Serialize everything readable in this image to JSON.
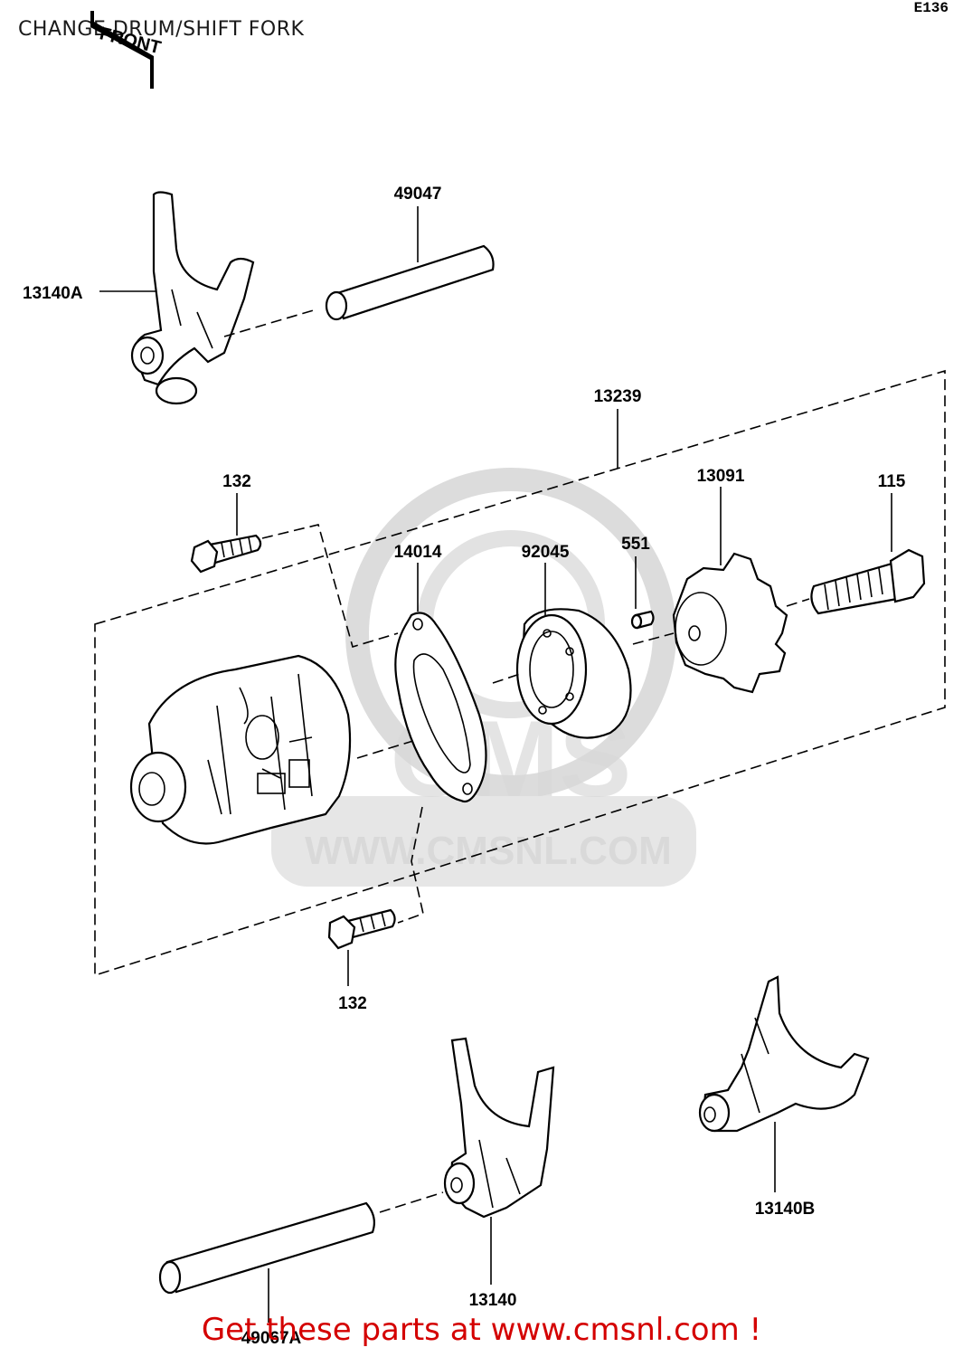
{
  "title": "CHANGE DRUM/SHIFT FORK",
  "page_code": "E136",
  "front_marker": "FRONT",
  "watermark": {
    "brand": "CMS",
    "url": "WWW.CMSNL.COM"
  },
  "parts": [
    {
      "id": "label_49047",
      "label": "49047"
    },
    {
      "id": "label_13140A",
      "label": "13140A"
    },
    {
      "id": "label_13239",
      "label": "13239"
    },
    {
      "id": "label_132_top",
      "label": "132"
    },
    {
      "id": "label_14014",
      "label": "14014"
    },
    {
      "id": "label_92045",
      "label": "92045"
    },
    {
      "id": "label_551",
      "label": "551"
    },
    {
      "id": "label_13091",
      "label": "13091"
    },
    {
      "id": "label_115",
      "label": "115"
    },
    {
      "id": "label_132_bottom",
      "label": "132"
    },
    {
      "id": "label_13140B",
      "label": "13140B"
    },
    {
      "id": "label_13140",
      "label": "13140"
    },
    {
      "id": "label_49067A",
      "label": "49067A"
    }
  ],
  "footer_text": "Get these parts at www.cmsnl.com !"
}
